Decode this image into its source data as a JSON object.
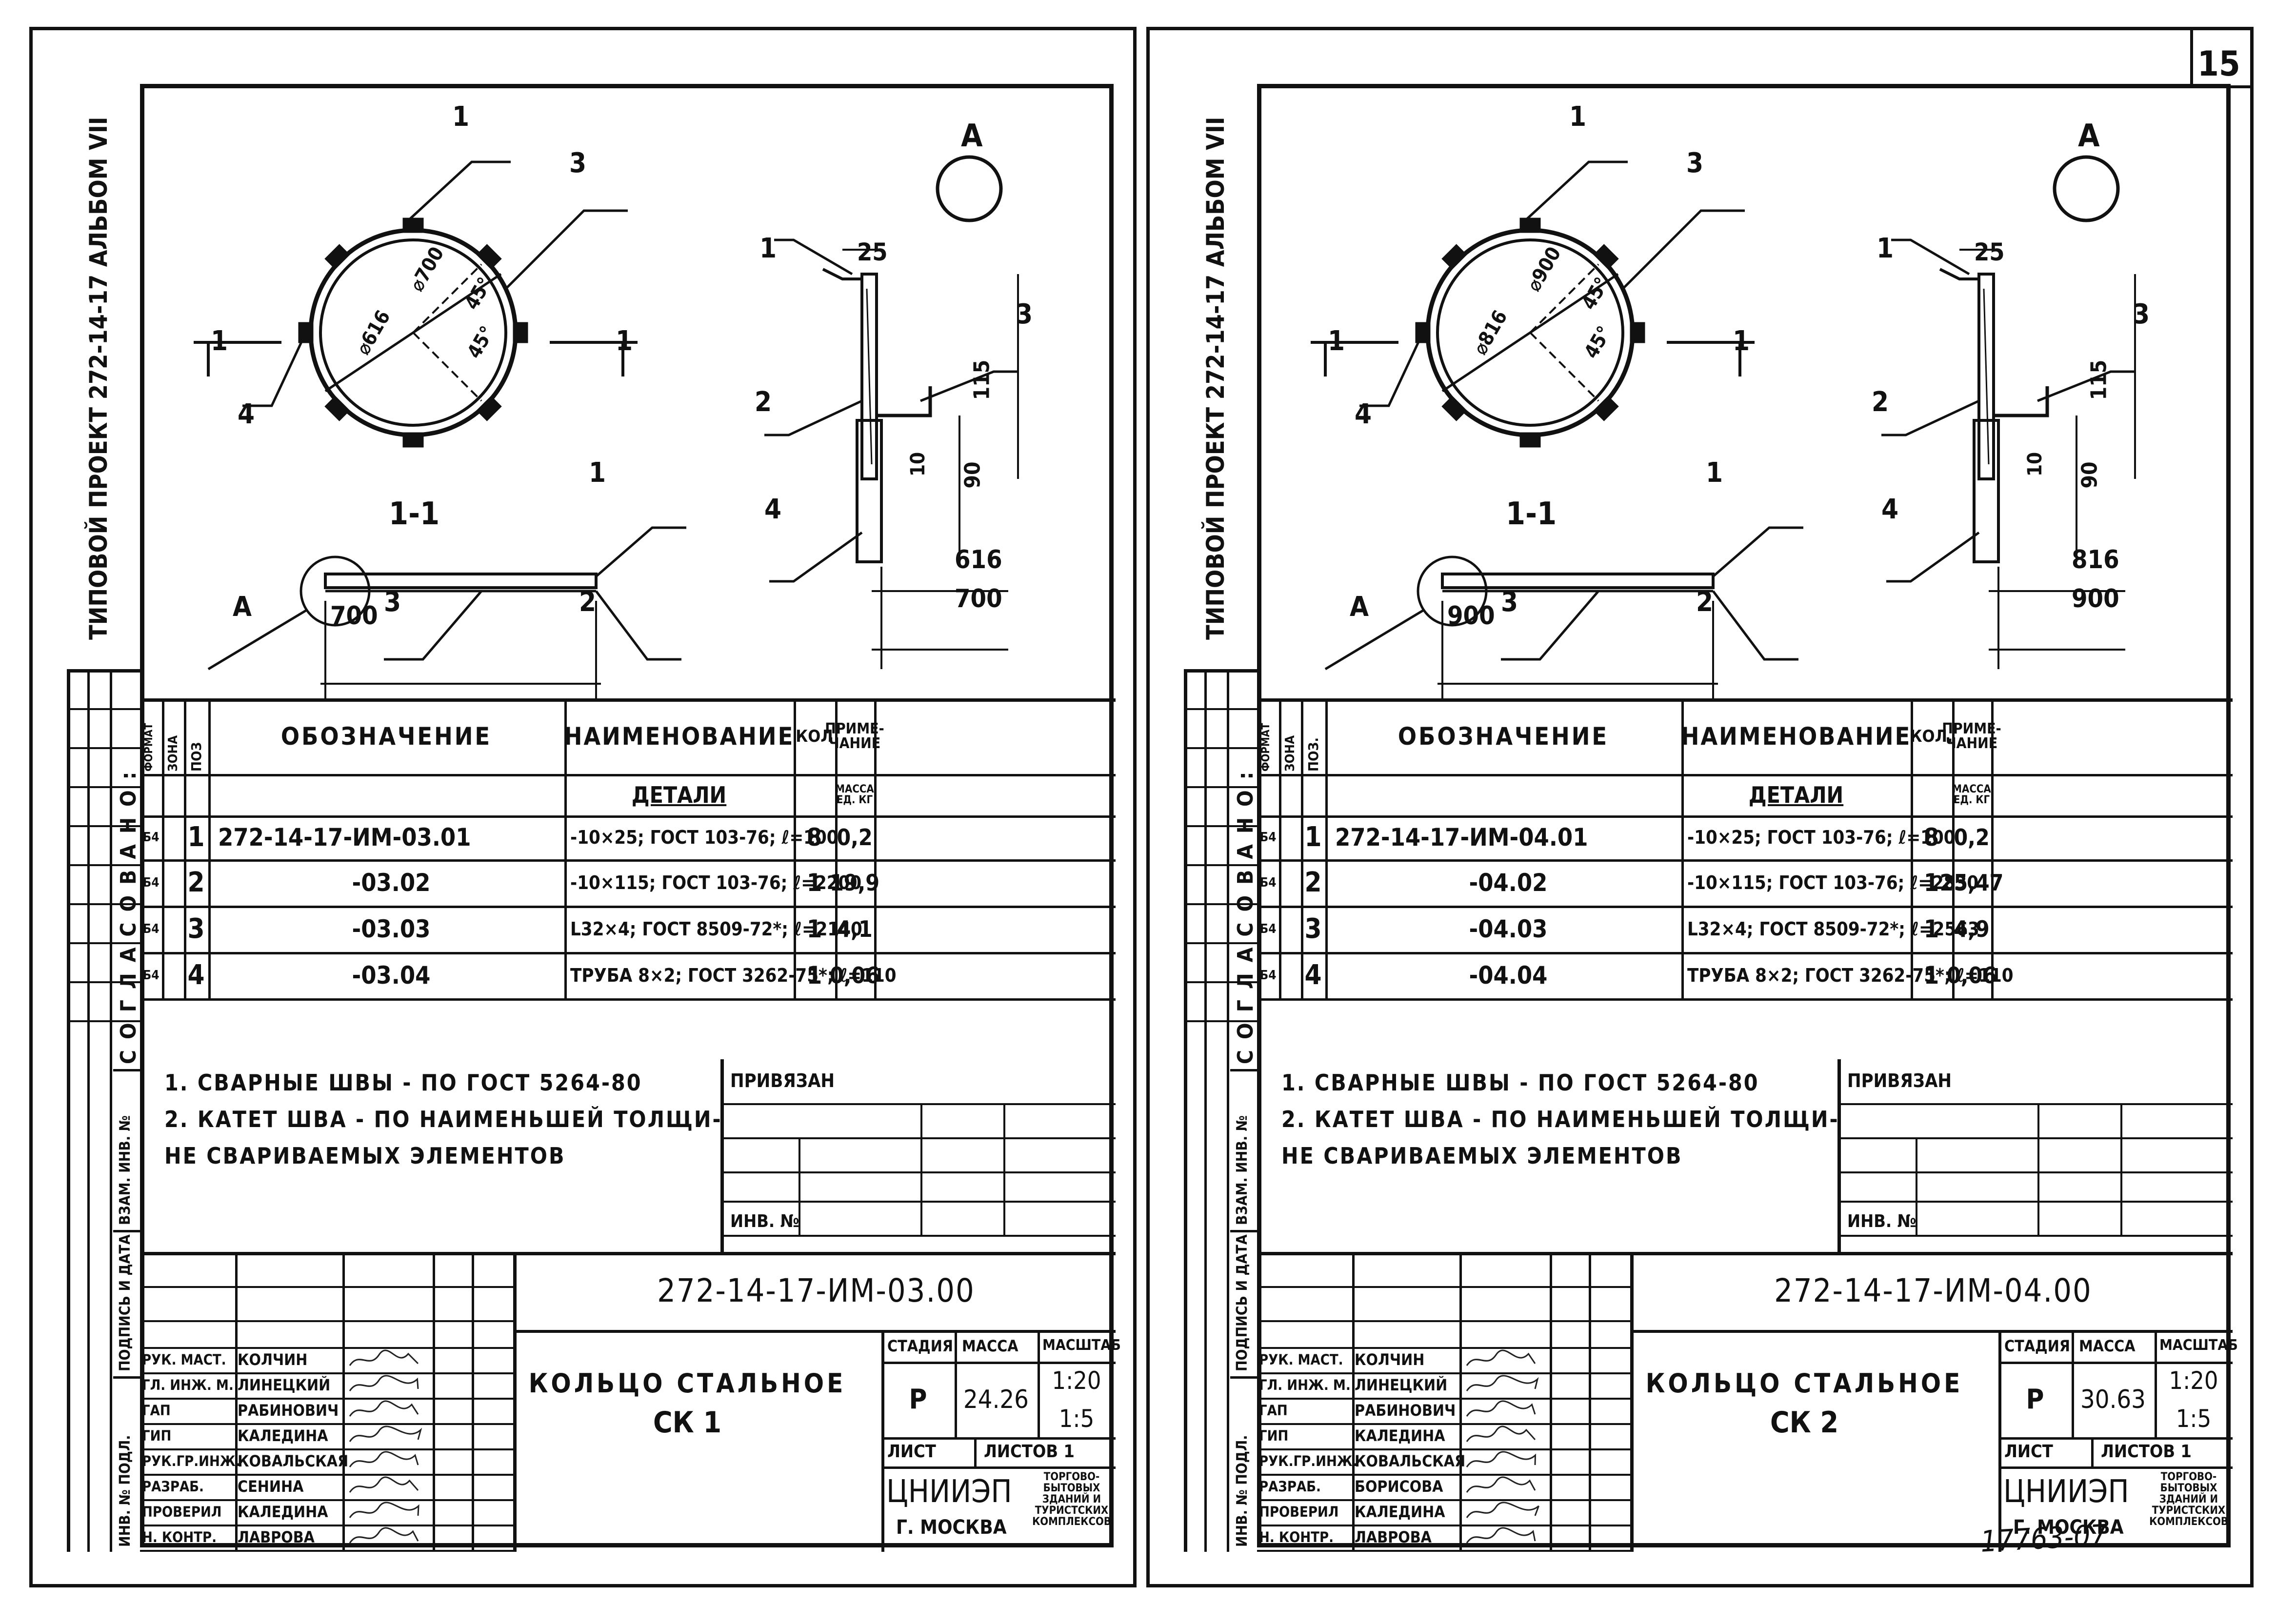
{
  "page_number": "15",
  "bottom_note": "17763-07",
  "sheets": [
    {
      "album_label": "ТИПОВОЙ ПРОЕКТ 272-14-17   АЛЬБОМ VII",
      "side_field": {
        "agreed": "СОГЛАСОВАНО:",
        "inv_swap": "ВЗАМ. ИНВ. №",
        "sign_date": "ПОДПИСЬ И ДАТА",
        "inv_orig": "ИНВ. № ПОДЛ."
      },
      "plan": {
        "pos1": "1",
        "pos3": "3",
        "pos4": "4",
        "dia_outer": "⌀700",
        "dia_inner": "⌀616",
        "angle1": "45°",
        "angle2": "45°",
        "section_mark_left": "1",
        "section_mark_right": "1"
      },
      "section": {
        "title": "1-1",
        "pos1": "1",
        "pos2": "2",
        "pos3": "3",
        "callout": "A",
        "width": "700"
      },
      "detail": {
        "label": "A",
        "pos1": "1",
        "pos2": "2",
        "pos3": "3",
        "pos4": "4",
        "dim_top": "25",
        "dim_115": "115",
        "dim_10": "10",
        "dim_90": "90",
        "dim_inner": "616",
        "dim_outer": "700"
      },
      "table": {
        "headers": {
          "format": "ФОРМАТ",
          "zone": "ЗОНА",
          "pos": "ПОЗ",
          "designation": "ОБОЗНАЧЕНИЕ",
          "name": "НАИМЕНОВАНИЕ",
          "qty": "КОЛ",
          "note": "ПРИМЕ-ЧАНИЕ"
        },
        "section_title": "ДЕТАЛИ",
        "mass_label": "МАССА ЕД. КГ",
        "rows": [
          {
            "format": "Б4",
            "pos": "1",
            "designation": "272-14-17-ИМ-03.01",
            "name": "-10×25; ГОСТ 103-76; ℓ=100",
            "qty": "8",
            "note": "0,2"
          },
          {
            "format": "Б4",
            "pos": "2",
            "designation": "-03.02",
            "name": "-10×115; ГОСТ 103-76; ℓ=2200",
            "qty": "1",
            "note": "19,9"
          },
          {
            "format": "Б4",
            "pos": "3",
            "designation": "-03.03",
            "name": "L32×4; ГОСТ 8509-72*; ℓ=2140",
            "qty": "1",
            "note": "4,1"
          },
          {
            "format": "Б4",
            "pos": "4",
            "designation": "-03.04",
            "name": "ТРУБА 8×2; ГОСТ 3262-75*; ℓ=110",
            "qty": "1",
            "note": "0,06"
          }
        ]
      },
      "notes": [
        "1. СВАРНЫЕ ШВЫ - ПО ГОСТ 5264-80",
        "2. КАТЕТ ШВА - ПО НАИМЕНЬШЕЙ ТОЛЩИ-",
        "НЕ СВАРИВАЕМЫХ ЭЛЕМЕНТОВ"
      ],
      "binding": {
        "title": "ПРИВЯЗАН",
        "inv": "ИНВ. №"
      },
      "stamp": {
        "code": "272-14-17-ИМ-03.00",
        "title1": "КОЛЬЦО СТАЛЬНОЕ",
        "title2": "СК 1",
        "stage_label": "СТАДИЯ",
        "mass_label": "МАССА",
        "scale_label": "МАСШТАБ",
        "stage": "Р",
        "mass": "24.26",
        "scale1": "1:20",
        "scale2": "1:5",
        "sheet_label": "ЛИСТ",
        "sheets_label": "ЛИСТОВ 1",
        "org": "ЦНИИЭП",
        "org_sub": "ТОРГОВО-БЫТОВЫХ ЗДАНИЙ И ТУРИСТСКИХ КОМПЛЕКСОВ",
        "city": "Г. МОСКВА",
        "people": [
          {
            "role": "РУК. МАСТ.",
            "name": "КОЛЧИН"
          },
          {
            "role": "ГЛ. ИНЖ. М.",
            "name": "ЛИНЕЦКИЙ"
          },
          {
            "role": "ГАП",
            "name": "РАБИНОВИЧ"
          },
          {
            "role": "ГИП",
            "name": "КАЛЕДИНА"
          },
          {
            "role": "РУК.ГР.ИНЖ.",
            "name": "КОВАЛЬСКАЯ"
          },
          {
            "role": "РАЗРАБ.",
            "name": "СЕНИНА"
          },
          {
            "role": "ПРОВЕРИЛ",
            "name": "КАЛЕДИНА"
          },
          {
            "role": "Н. КОНТР.",
            "name": "ЛАВРОВА"
          }
        ]
      }
    },
    {
      "album_label": "ТИПОВОЙ ПРОЕКТ 272-14-17   АЛЬБОМ VII",
      "side_field": {
        "agreed": "СОГЛАСОВАНО:",
        "inv_swap": "ВЗАМ. ИНВ. №",
        "sign_date": "ПОДПИСЬ И ДАТА",
        "inv_orig": "ИНВ. № ПОДЛ."
      },
      "plan": {
        "pos1": "1",
        "pos3": "3",
        "pos4": "4",
        "dia_outer": "⌀900",
        "dia_inner": "⌀816",
        "angle1": "45°",
        "angle2": "45°",
        "section_mark_left": "1",
        "section_mark_right": "1"
      },
      "section": {
        "title": "1-1",
        "pos1": "1",
        "pos2": "2",
        "pos3": "3",
        "callout": "A",
        "width": "900"
      },
      "detail": {
        "label": "A",
        "pos1": "1",
        "pos2": "2",
        "pos3": "3",
        "pos4": "4",
        "dim_top": "25",
        "dim_115": "115",
        "dim_10": "10",
        "dim_90": "90",
        "dim_inner": "816",
        "dim_outer": "900"
      },
      "table": {
        "headers": {
          "format": "ФОРМАТ",
          "zone": "ЗОНА",
          "pos": "ПОЗ.",
          "designation": "ОБОЗНАЧЕНИЕ",
          "name": "НАИМЕНОВАНИЕ",
          "qty": "КОЛ.",
          "note": "ПРИМЕ-ЧАНИЕ"
        },
        "section_title": "ДЕТАЛИ",
        "mass_label": "МАССА ЕД. КГ",
        "rows": [
          {
            "format": "Б4",
            "pos": "1",
            "designation": "272-14-17-ИМ-04.01",
            "name": "-10×25; ГОСТ 103-76; ℓ=100",
            "qty": "8",
            "note": "0,2"
          },
          {
            "format": "Б4",
            "pos": "2",
            "designation": "-04.02",
            "name": "-10×115; ГОСТ 103-76; ℓ=2830",
            "qty": "1",
            "note": "25,47"
          },
          {
            "format": "Б4",
            "pos": "3",
            "designation": "-04.03",
            "name": "L32×4; ГОСТ 8509-72*; ℓ=2563",
            "qty": "1",
            "note": "4,9"
          },
          {
            "format": "Б4",
            "pos": "4",
            "designation": "-04.04",
            "name": "ТРУБА 8×2; ГОСТ 3262-75*; ℓ=110",
            "qty": "1",
            "note": "0,06"
          }
        ]
      },
      "notes": [
        "1. СВАРНЫЕ ШВЫ - ПО ГОСТ 5264-80",
        "2. КАТЕТ ШВА - ПО НАИМЕНЬШЕЙ ТОЛЩИ-",
        "НЕ СВАРИВАЕМЫХ ЭЛЕМЕНТОВ"
      ],
      "binding": {
        "title": "ПРИВЯЗАН",
        "inv": "ИНВ. №"
      },
      "stamp": {
        "code": "272-14-17-ИМ-04.00",
        "title1": "КОЛЬЦО СТАЛЬНОЕ",
        "title2": "СК 2",
        "stage_label": "СТАДИЯ",
        "mass_label": "МАССА",
        "scale_label": "МАСШТАБ",
        "stage": "Р",
        "mass": "30.63",
        "scale1": "1:20",
        "scale2": "1:5",
        "sheet_label": "ЛИСТ",
        "sheets_label": "ЛИСТОВ 1",
        "org": "ЦНИИЭП",
        "org_sub": "ТОРГОВО-БЫТОВЫХ ЗДАНИЙ И ТУРИСТСКИХ КОМПЛЕКСОВ",
        "city": "Г. МОСКВА",
        "people": [
          {
            "role": "РУК. МАСТ.",
            "name": "КОЛЧИН"
          },
          {
            "role": "ГЛ. ИНЖ. М.",
            "name": "ЛИНЕЦКИЙ"
          },
          {
            "role": "ГАП",
            "name": "РАБИНОВИЧ"
          },
          {
            "role": "ГИП",
            "name": "КАЛЕДИНА"
          },
          {
            "role": "РУК.ГР.ИНЖ.",
            "name": "КОВАЛЬСКАЯ"
          },
          {
            "role": "РАЗРАБ.",
            "name": "БОРИСОВА"
          },
          {
            "role": "ПРОВЕРИЛ",
            "name": "КАЛЕДИНА"
          },
          {
            "role": "Н. КОНТР.",
            "name": "ЛАВРОВА"
          }
        ]
      }
    }
  ]
}
